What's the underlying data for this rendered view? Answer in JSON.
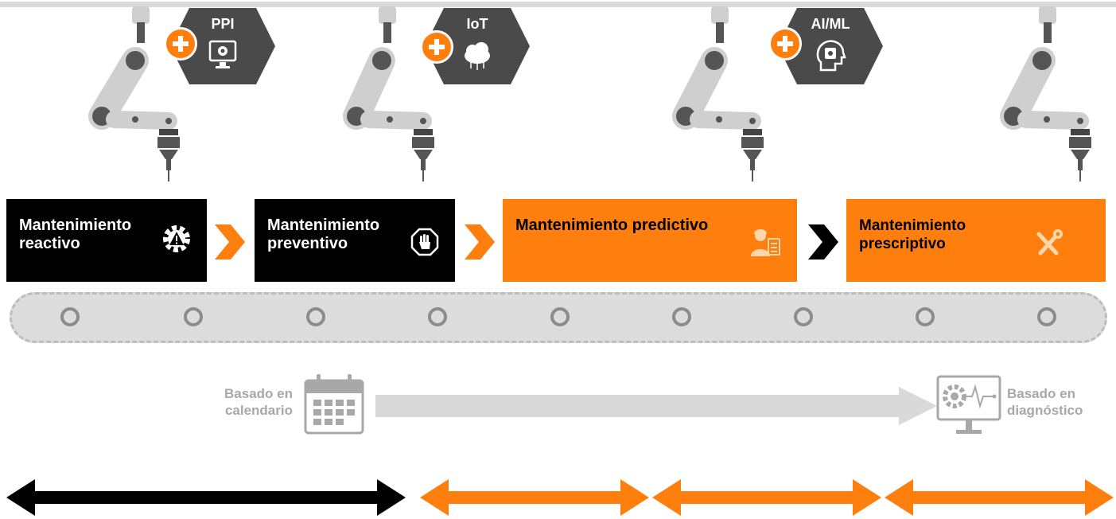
{
  "colors": {
    "accent": "#ff7f0e",
    "dark": "#000000",
    "robot": "#cfcfcf",
    "hex": "#4a4a4a",
    "light": "#d9d9d9"
  },
  "badges": [
    {
      "label": "PPI",
      "icon": "monitor-gear-icon"
    },
    {
      "label": "IoT",
      "icon": "cloud-network-icon"
    },
    {
      "label": "AI/ML",
      "icon": "head-chip-icon"
    }
  ],
  "stages": [
    {
      "label": "Mantenimiento\nreactivo",
      "icon": "gear-warning-icon"
    },
    {
      "label": "Mantenimiento\npreventivo",
      "icon": "stop-hand-icon"
    },
    {
      "label": "Mantenimiento predictivo",
      "icon": "worker-checklist-icon"
    },
    {
      "label": "Mantenimiento\nprescriptivo",
      "icon": "wrench-screwdriver-icon"
    }
  ],
  "scale": {
    "left_label": "Basado en\ncalendario",
    "left_icon": "calendar-icon",
    "right_label": "Basado en\ndiagnóstico",
    "right_icon": "monitor-diagnostic-icon"
  }
}
